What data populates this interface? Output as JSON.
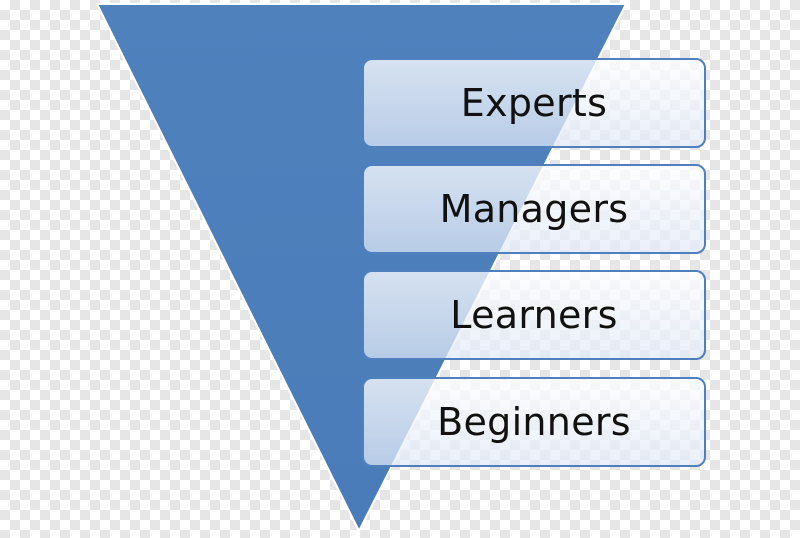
{
  "colors": {
    "funnel_fill": "#4f81bd",
    "box_border": "#4f7fbd",
    "label_text": "#111111"
  },
  "levels": [
    {
      "label": "Experts"
    },
    {
      "label": "Managers"
    },
    {
      "label": "Learners"
    },
    {
      "label": "Beginners"
    }
  ]
}
